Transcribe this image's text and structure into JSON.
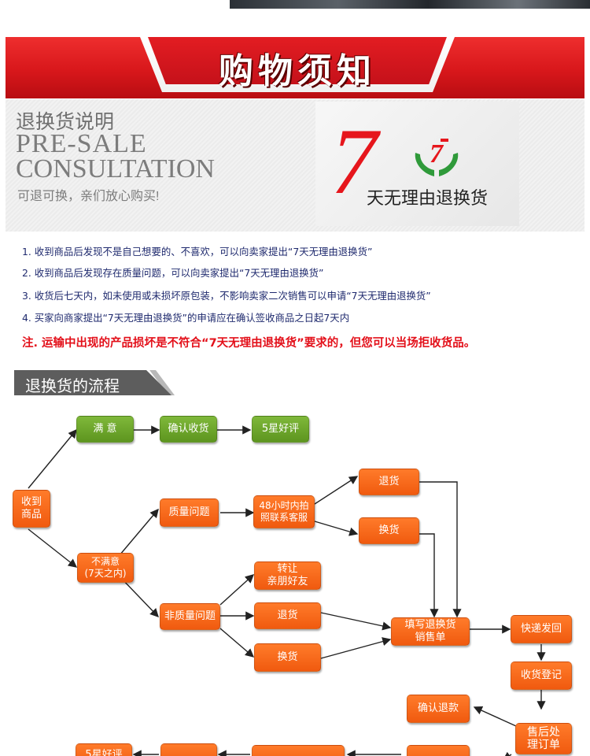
{
  "banner": {
    "title": "购物须知"
  },
  "consult": {
    "title": "退换货说明",
    "en_line1": "PRE-SALE",
    "en_line2": "CONSULTATION",
    "subtitle": "可退可换，亲们放心购买!"
  },
  "promo": {
    "big_number": "7",
    "text": "天无理由退换货",
    "logo_icon": "hands-holding-7-logo"
  },
  "rules": {
    "items": [
      "1. 收到商品后发现不是自己想要的、不喜欢，可以向卖家提出“7天无理由退换货”",
      "2. 收到商品后发现存在质量问题，可以向卖家提出“7天无理由退换货”",
      "3. 收货后七天内，如未使用或未损坏原包装，不影响卖家二次销售可以申请“7天无理由退换货”",
      "4. 买家向商家提出“7天无理由退换货”的申请应在确认签收商品之日起7天内"
    ],
    "note": "注. 运输中出现的产品损坏是不符合“7天无理由退换货”要求的，但您可以当场拒收货品。"
  },
  "flow": {
    "title": "退换货的流程",
    "nodes": {
      "satisfied": "满  意",
      "confirm_receipt": "确认收货",
      "five_star_review": "5星好评",
      "receive_goods": "收到\n商品",
      "quality_issue": "质量问题",
      "contact_48h": "48小时内拍\n照联系客服",
      "return_goods": "退货",
      "exchange_goods": "换货",
      "unsatisfied": "不满意\n(7天之内)",
      "non_quality_issue": "非质量问题",
      "transfer_friends": "转让\n亲朋好友",
      "return_goods_2": "退货",
      "exchange_goods_2": "换货",
      "fill_return_form": "填写退换货\n销售单",
      "express_back": "快递发回",
      "receipt_register": "收货登记",
      "confirm_refund": "确认退款",
      "after_sales": "售后处\n理订单",
      "five_star_review_2": "5星好评",
      "bottom_node_a": "",
      "bottom_node_b": "",
      "bottom_node_c": ""
    }
  },
  "colors": {
    "banner_red": "#d8171b",
    "node_orange": "#f05a0f",
    "node_green": "#5d951f",
    "rule_blue": "#1f2a6e",
    "note_red": "#e3101a"
  }
}
